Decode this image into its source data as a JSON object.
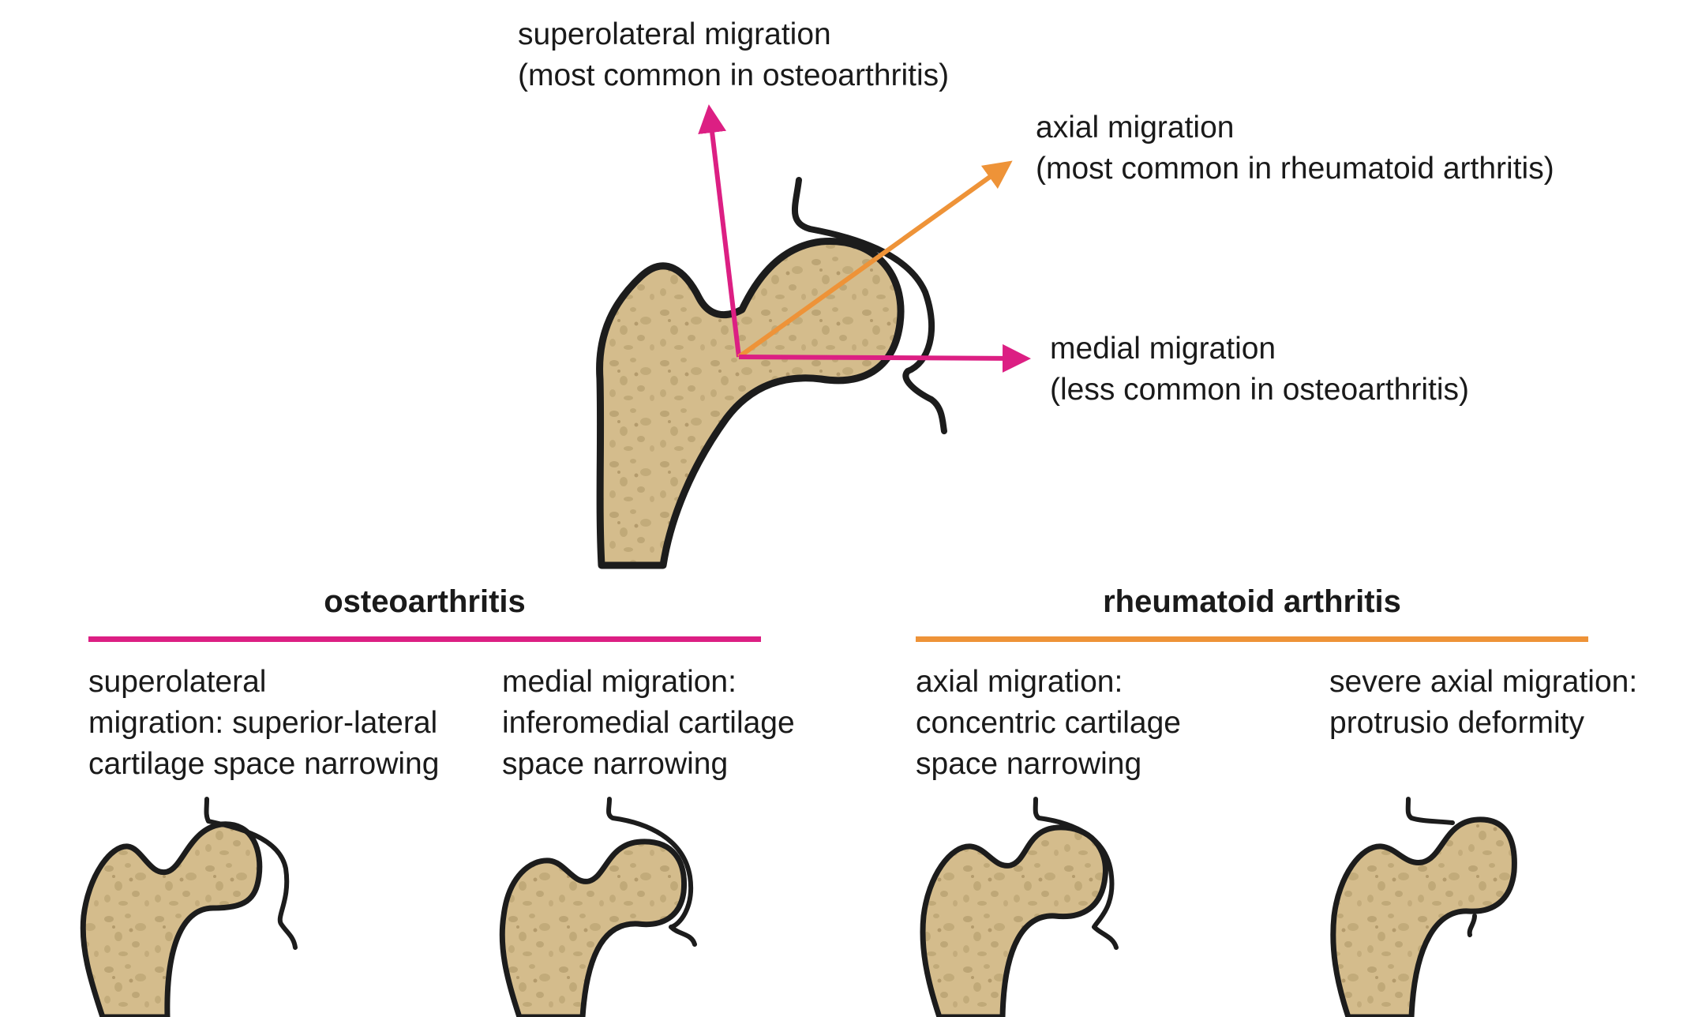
{
  "colors": {
    "osteoarthritis": "#dc1f83",
    "rheumatoid": "#ee9338",
    "bone_fill": "#d4bc8c",
    "bone_spot": "#b39c6b",
    "outline": "#1c1c1c"
  },
  "arrows": {
    "superolateral": {
      "line1": "superolateral migration",
      "line2": "(most common in osteoarthritis)"
    },
    "axial": {
      "line1": "axial migration",
      "line2": "(most common in rheumatoid arthritis)"
    },
    "medial": {
      "line1": "medial migration",
      "line2": "(less common in osteoarthritis)"
    }
  },
  "groups": {
    "osteoarthritis": {
      "heading": "osteoarthritis",
      "panels": [
        {
          "line1": "superolateral",
          "line2": "migration: superior-lateral",
          "line3": "cartilage space narrowing"
        },
        {
          "line1": "medial migration:",
          "line2": "inferomedial cartilage",
          "line3": "space narrowing"
        }
      ]
    },
    "rheumatoid": {
      "heading": "rheumatoid arthritis",
      "panels": [
        {
          "line1": "axial migration:",
          "line2": "concentric cartilage",
          "line3": "space narrowing"
        },
        {
          "line1": "severe axial migration:",
          "line2": "protrusio deformity",
          "line3": ""
        }
      ]
    }
  }
}
